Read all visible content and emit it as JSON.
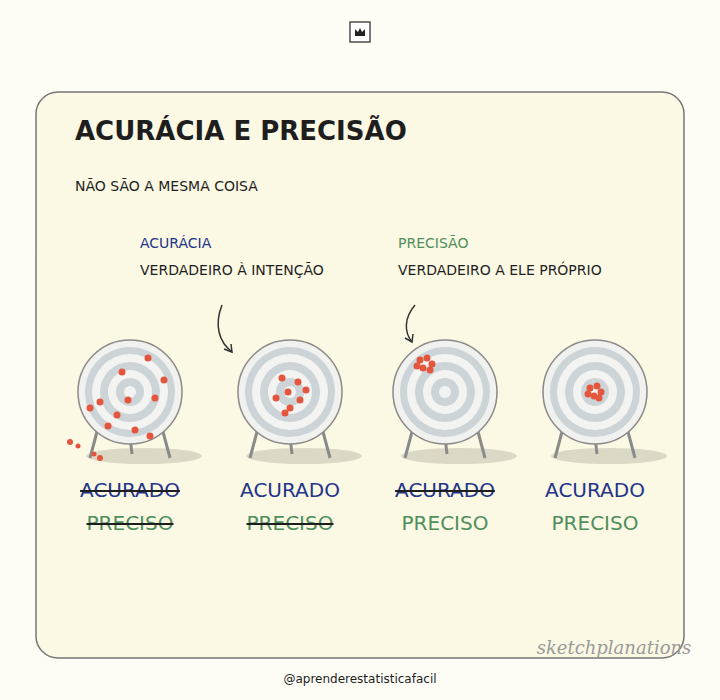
{
  "diagram": {
    "title": "ACURÁCIA E PRECISÃO",
    "labels": [
      "NÃO SÃO A MESMA COISA",
      "ACURÁCIA",
      "VERDADEIRO À INTENÇÃO",
      "PRECISÃO",
      "VERDADEIRO A ELE PRÓPRIO",
      "ACURADO",
      "PRECISO",
      "ACURADO",
      "PRECISO",
      "ACURADO",
      "PRECISO",
      "ACURADO",
      "PRECISO",
      "sketchplanations",
      "@aprenderestatisticafacil"
    ]
  }
}
